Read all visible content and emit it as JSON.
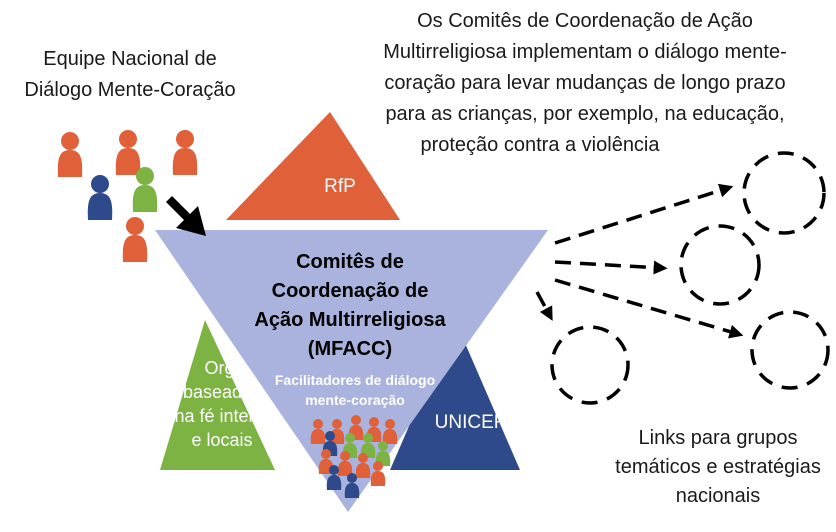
{
  "labels": {
    "team": [
      "Equipe Nacional de",
      "Diálogo Mente-Coração"
    ],
    "committees_note": [
      "Os Comitês de Coordenação de Ação",
      "Multirreligiosa implementam o diálogo mente-",
      "coração para levar mudanças de longo prazo",
      "para as crianças, por exemplo, na educação,",
      "proteção contra a violência"
    ],
    "links": [
      "Links para grupos",
      "temáticos e estratégias",
      "nacionais"
    ]
  },
  "star": {
    "top": "RfP",
    "left": [
      "Org.",
      "baseadas",
      "na fé intern.",
      "e locais"
    ],
    "right": "UNICEF",
    "center_title": [
      "Comitês de",
      "Coordenação de",
      "Ação Multirreligiosa",
      "(MFACC)"
    ],
    "center_subtitle": [
      "Facilitadores de diálogo",
      "mente-coração"
    ]
  },
  "colors": {
    "orange": "#e0603a",
    "green": "#7cb342",
    "navy": "#2e4a8a",
    "lavender": "#a9b3dd",
    "arrow": "#000000"
  },
  "icons": {
    "team_people": "people-group-icon",
    "facilitators": "people-group-icon",
    "target_groups": "dashed-circle-icon"
  }
}
